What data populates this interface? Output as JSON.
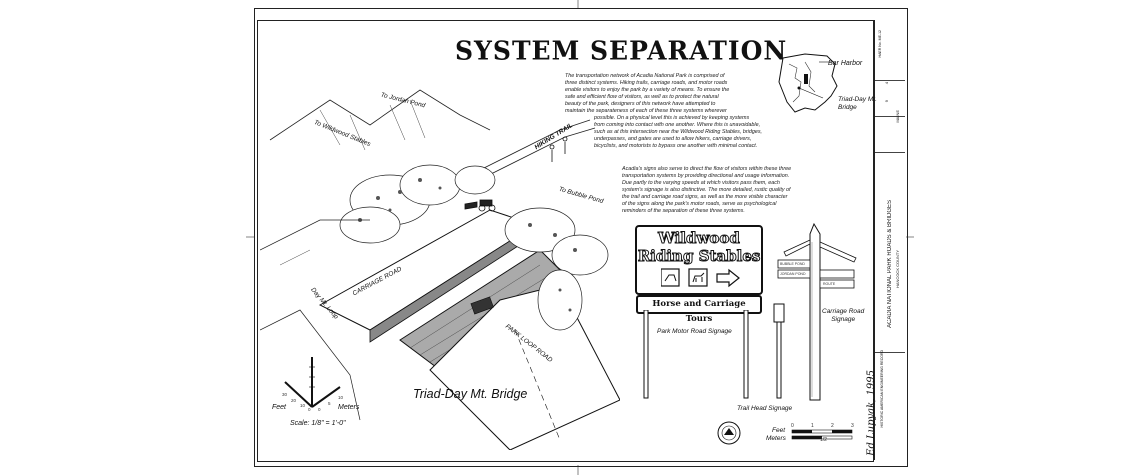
{
  "title": "SYSTEM SEPARATION",
  "paragraph1": {
    "lines_wide": [
      "The transportation network of Acadia National Park is comprised of",
      "three distinct systems. Hiking trails, carriage roads, and motor roads",
      "enable visitors to enjoy the park by a variety of means. To ensure the",
      "safe and efficient flow of visitors, as well as to protect the natural",
      "beauty of the park, designers of this network have attempted to",
      "maintain the separateness of each of these three systems wherever"
    ],
    "lines_indented": [
      "possible. On a physical level this is achieved by keeping systems",
      "from coming into contact with one another. Where this is unavoidable,",
      "such as at this intersection near the Wildwood Riding Stables, bridges,",
      "underpasses, and gates are used to allow hikers, carriage drivers,",
      "bicyclists, and motorists to bypass one another with minimal contact."
    ]
  },
  "paragraph2": [
    "Acadia's signs also serve to direct the flow of visitors within these three",
    "transportation systems by providing directional and usage information.",
    "Due partly to the varying speeds at which visitors pass them, each",
    "system's signage is also distinctive. The more detailed, rustic quality of",
    "the trail and carriage road signs, as well as the more visible character",
    "of the signs along the park's motor roads, serve as psychological",
    "reminders of the separation of these three systems."
  ],
  "map_labels": {
    "bar_harbor": "Bar Harbor",
    "bridge": "Triad-Day Mt.\nBridge"
  },
  "drawing_labels": {
    "jordan_pond": "To Jordan Pond",
    "wildwood_stables": "To Wildwood Stables",
    "hiking_trail": "HIKING TRAIL",
    "bubble_pond": "To Bubble Pond",
    "carriage_road": "CARRIAGE ROAD",
    "day_mt_loop": "Day Mt. Loop",
    "park_loop_road": "PARK LOOP ROAD"
  },
  "bridge_caption": "Triad-Day Mt. Bridge",
  "scale_left": {
    "feet": "Feet",
    "meters": "Meters",
    "scale": "Scale: 1/8\" = 1'-0\"",
    "ticks_feet": [
      "30",
      "20",
      "10",
      "0"
    ],
    "ticks_meters": [
      "0",
      "5",
      "10"
    ]
  },
  "signs": {
    "wildwood_line1": "Wildwood",
    "wildwood_line2": "Riding Stables",
    "horse_carriage": "Horse and Carriage Tours",
    "park_motor_road": "Park Motor Road Signage",
    "carriage_road_signage": "Carriage Road\nSignage",
    "trail_head_signage": "Trail Head Signage",
    "post_sign_1": "BUBBLE POND",
    "post_sign_2": "JORDAN POND",
    "post_sign_3": "ROUTE"
  },
  "scale_right": {
    "feet": "Feet",
    "meters": "Meters",
    "ticks": [
      "0",
      "1",
      "2",
      "3"
    ],
    "half": "1/2"
  },
  "signature": "Ed Lupyak, 1995",
  "title_block": {
    "park": "ACADIA NATIONAL PARK ROADS & BRIDGES",
    "county": "HANCOCK COUNTY",
    "maine": "MAINE",
    "sheet": "4",
    "of": "9",
    "record": "HAER No. ME-12",
    "survey": "HISTORIC AMERICAN ENGINEERING RECORD"
  }
}
